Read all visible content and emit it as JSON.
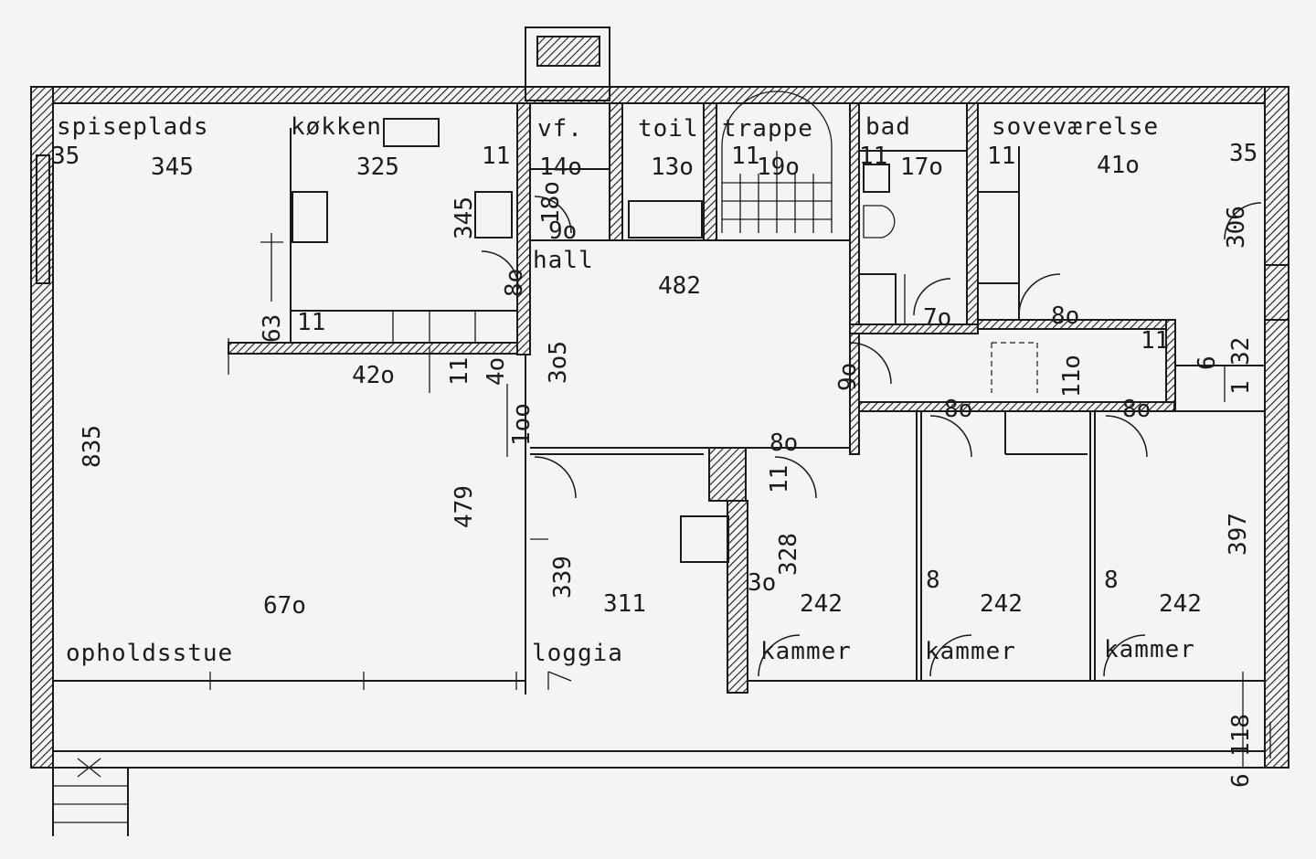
{
  "rooms": {
    "spiseplads": "spiseplads",
    "kokken": "køkken",
    "vf": "vf.",
    "toil": "toil",
    "trappe": "trappe",
    "bad": "bad",
    "sovevaerelse": "soveværelse",
    "hall": "hall",
    "opholdsstue": "opholdsstue",
    "loggia": "loggia",
    "kammer_1": "kammer",
    "kammer_2": "kammer",
    "kammer_3": "kammer"
  },
  "dimensions": {
    "d_35_left": "35",
    "d_345_spise": "345",
    "d_325": "325",
    "d_11_kokken": "11",
    "d_345_v": "345",
    "d_140": "14o",
    "d_130": "13o",
    "d_180_v": "18o",
    "d_90_hall": "9o",
    "d_110_trappe": "11",
    "d_190": "19o",
    "d_11_bad": "11",
    "d_170_bad": "17o",
    "d_11_sove": "11",
    "d_410": "41o",
    "d_35_right": "35",
    "d_306_v": "306",
    "d_482": "482",
    "d_80_hall_v": "8o",
    "d_63_v": "63",
    "d_11_kitchen_low": "11",
    "d_420": "42o",
    "d_11_v": "11",
    "d_40_v": "4o",
    "d_305_v": "3o5",
    "d_100_v": "1oo",
    "d_70_bad": "7o",
    "d_80_sove": "8o",
    "d_11_corr": "11",
    "d_6_v": "6",
    "d_32_v": "32",
    "d_1_v": "1",
    "d_90_corr_v": "9o",
    "d_110_corr_v": "11o",
    "d_80_corr_a": "8o",
    "d_80_corr_b": "8o",
    "d_835_v": "835",
    "d_479_v": "479",
    "d_80_kammer": "8o",
    "d_11_kammer_v": "11",
    "d_339_v": "339",
    "d_311": "311",
    "d_328_v": "328",
    "d_30_kammer": "3o",
    "d_242_a": "242",
    "d_8_a": "8",
    "d_242_b": "242",
    "d_8_b": "8",
    "d_242_c": "242",
    "d_397_v": "397",
    "d_670": "67o",
    "d_118_v": "118",
    "d_6_bottom_v": "6"
  }
}
